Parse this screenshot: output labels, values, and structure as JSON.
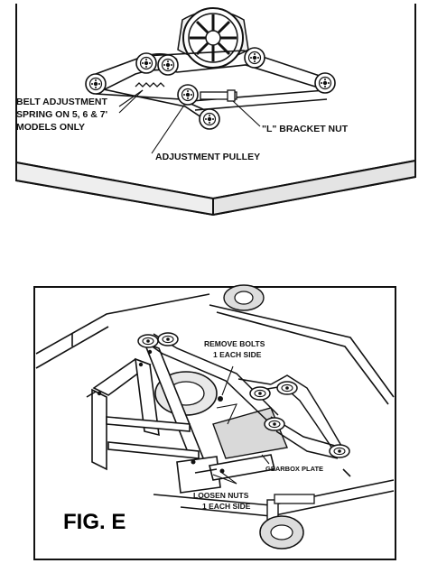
{
  "top_diagram": {
    "callouts": {
      "belt_adjust_line1": "BELT ADJUSTMENT",
      "belt_adjust_line2": "SPRING ON 5, 6 & 7'",
      "belt_adjust_line3": "MODELS ONLY",
      "l_bracket_nut": "\"L\" BRACKET NUT",
      "adjustment_pulley": "ADJUSTMENT PULLEY"
    }
  },
  "bottom_diagram": {
    "figure_label": "FIG. E",
    "callouts": {
      "remove_bolts_line1": "REMOVE BOLTS",
      "remove_bolts_line2": "1 EACH SIDE",
      "gearbox_plate": "GEARBOX PLATE",
      "loosen_nuts_line1": "LOOSEN NUTS",
      "loosen_nuts_line2": "1 EACH SIDE"
    }
  },
  "colors": {
    "line": "#111111",
    "background": "#ffffff",
    "shade": "#d9d9d9"
  },
  "icons": [
    "pulley-icon",
    "gearbox-sheave-icon",
    "wheel-icon"
  ]
}
